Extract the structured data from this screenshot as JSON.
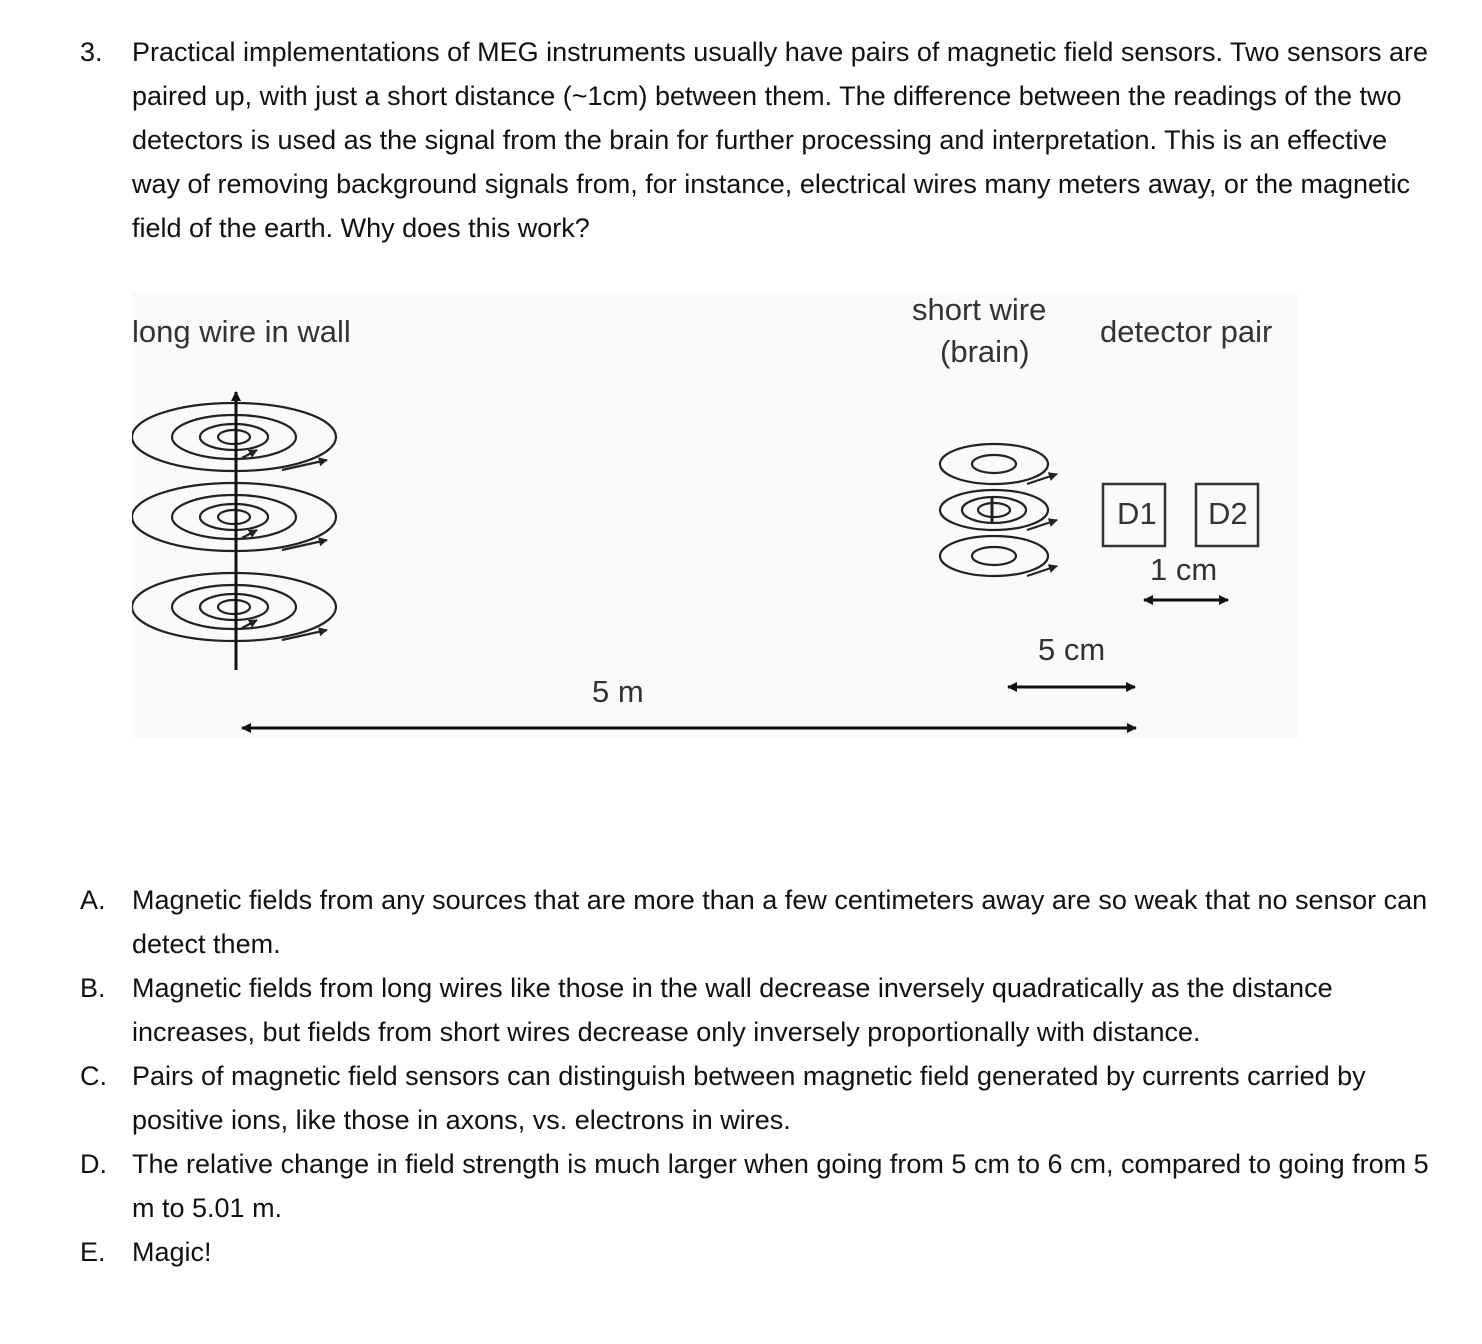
{
  "question": {
    "number": "3.",
    "text": "Practical implementations of MEG instruments usually have pairs of magnetic field sensors. Two sensors are paired up, with just a short distance (~1cm) between them. The difference between the readings of the two detectors is used as the signal from the brain for further processing and interpretation. This is an effective way of removing background signals from, for instance, electrical wires many meters away, or the magnetic field of the earth. Why does this work?"
  },
  "figure": {
    "long_wire_label": "long wire in wall",
    "short_wire_label_line1": "short wire",
    "short_wire_label_line2": "(brain)",
    "detector_pair_label": "detector pair",
    "d1_label": "D1",
    "d2_label": "D2",
    "spacing_1cm": "1 cm",
    "distance_5cm": "5 cm",
    "distance_5m": "5 m"
  },
  "options": [
    {
      "letter": "A.",
      "text": "Magnetic fields from any sources that are more than a few centimeters away are so weak that no sensor can detect them."
    },
    {
      "letter": "B.",
      "text": "Magnetic fields from long wires like those in the wall decrease inversely quadratically as the distance increases, but fields from short wires decrease only inversely proportionally with distance."
    },
    {
      "letter": "C.",
      "text": "Pairs of magnetic field sensors can distinguish between magnetic field generated by currents carried by positive ions, like those in axons, vs. electrons in wires."
    },
    {
      "letter": "D.",
      "text": "The relative change in field strength is much larger when going from 5 cm to 6 cm, compared to going from 5 m to 5.01 m."
    },
    {
      "letter": "E.",
      "text": "Magic!"
    }
  ]
}
